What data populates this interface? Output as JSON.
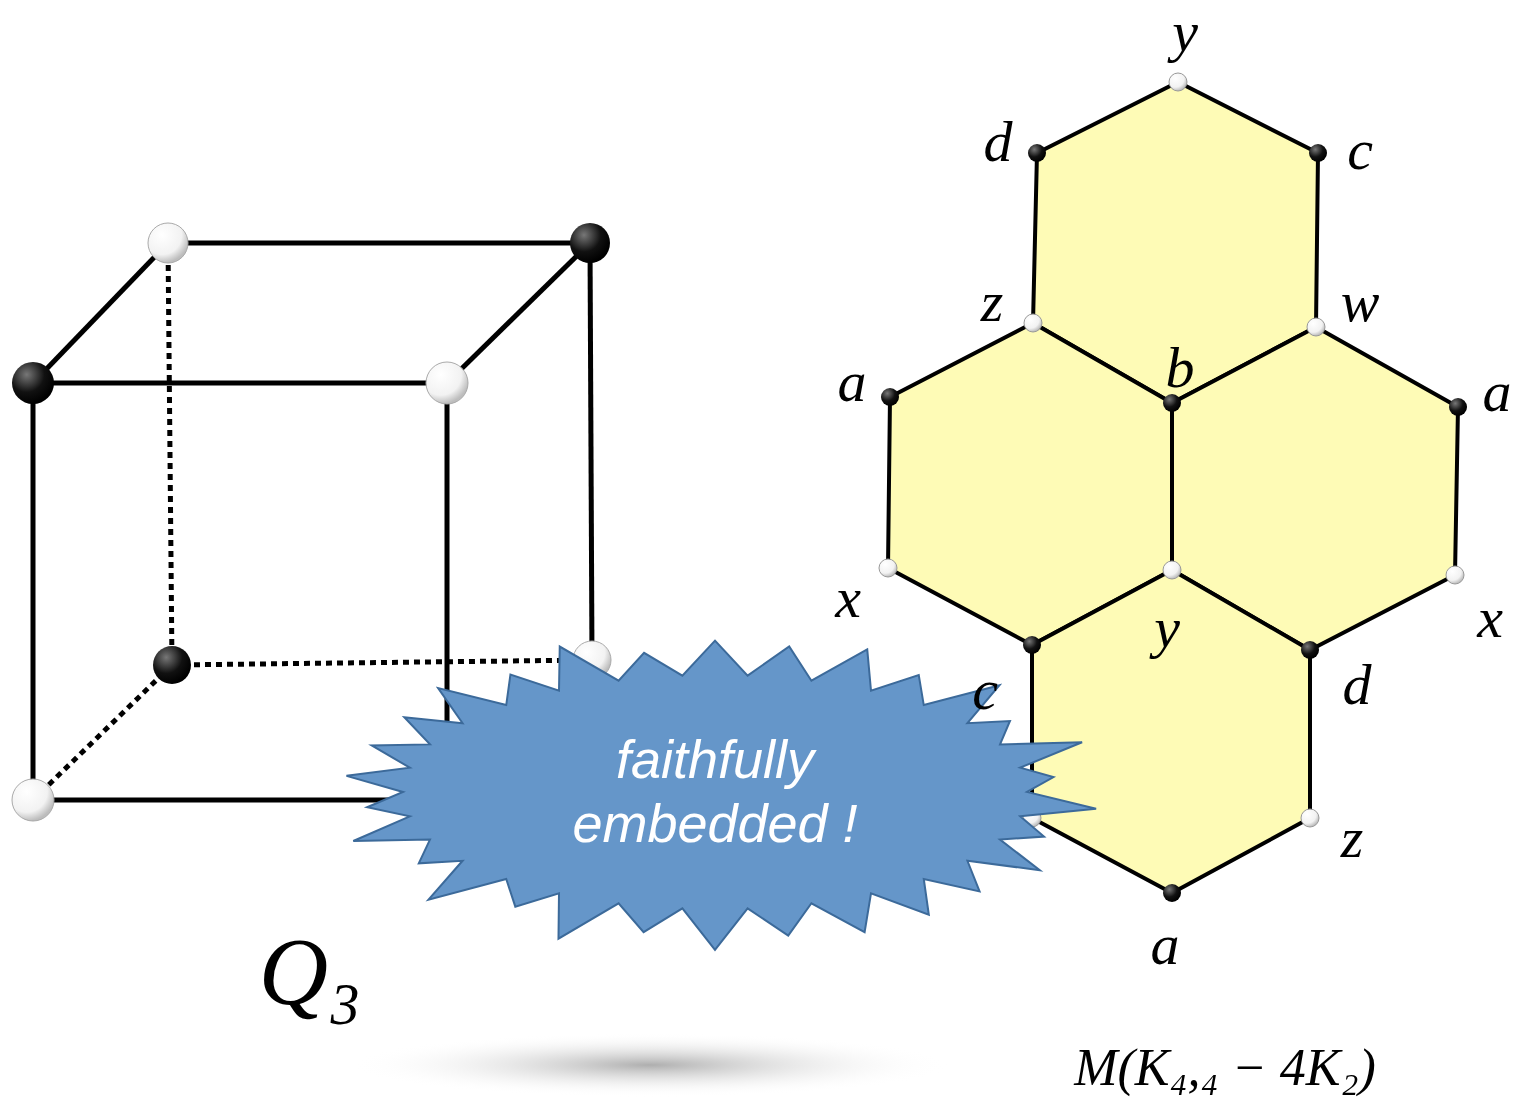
{
  "diagram": {
    "nodes": [
      {
        "text": [
          "faithfully embedded !"
        ]
      }
    ],
    "labels": [
      "y",
      "d",
      "c",
      "z",
      "w",
      "a",
      "b",
      "a",
      "x",
      "y",
      "x",
      "c",
      "d",
      "z",
      "a",
      "Q₃",
      "M(K₄,₄ − 4K₂)"
    ]
  }
}
